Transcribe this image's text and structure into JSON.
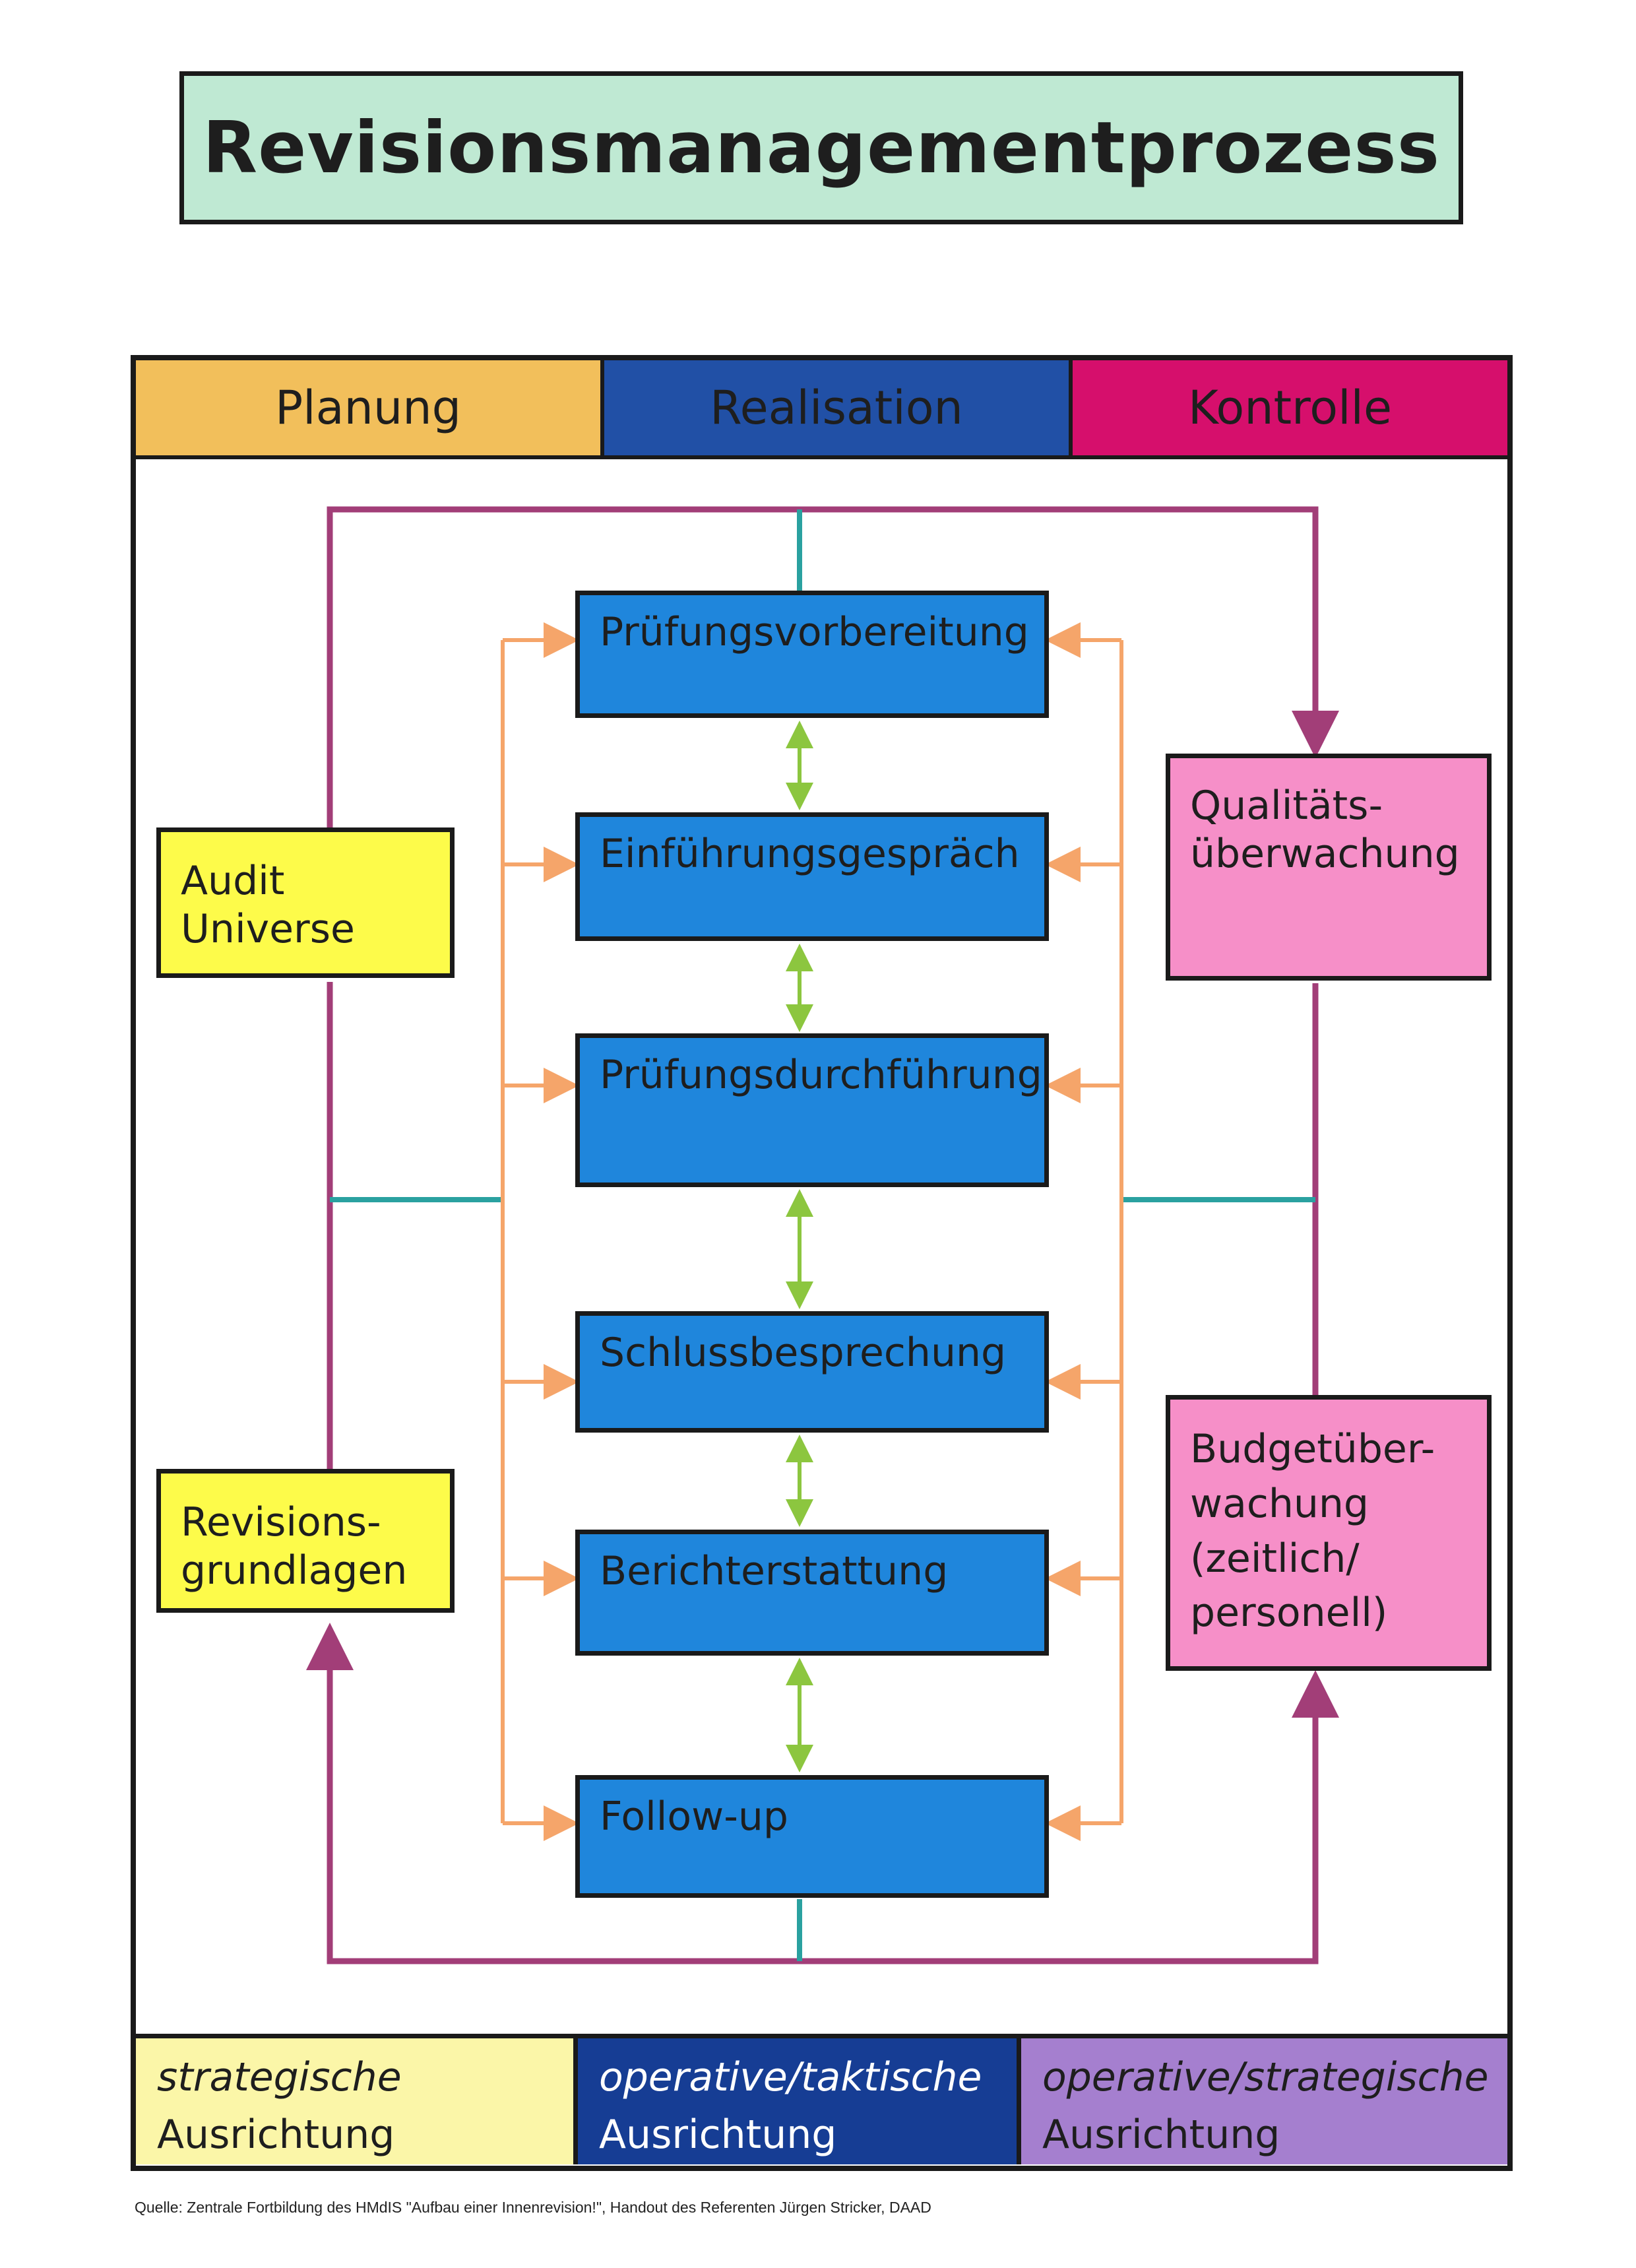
{
  "title": "Revisionsmanagementprozess",
  "phases": [
    {
      "label": "Planung",
      "color": "#f2bf5b"
    },
    {
      "label": "Realisation",
      "color": "#2150a6"
    },
    {
      "label": "Kontrolle",
      "color": "#d60f6c"
    }
  ],
  "process_steps": [
    "Prüfungsvorbereitung",
    "Einführungsgespräch",
    "Prüfungsdurchführung",
    "Schlussbesprechung",
    "Berichterstattung",
    "Follow-up"
  ],
  "left_boxes": {
    "audit_universe": [
      "Audit",
      "Universe"
    ],
    "revisionsgrundlagen": [
      "Revisions-",
      "grundlagen"
    ]
  },
  "right_boxes": {
    "qualitaet": [
      "Qualitäts-",
      "überwachung"
    ],
    "budget": [
      "Budgetüber-",
      "wachung",
      "(zeitlich/",
      "personell)"
    ]
  },
  "orientation": [
    {
      "top": "strategische",
      "bottom": "Ausrichtung",
      "color": "#fbf6a8"
    },
    {
      "top": "operative/taktische",
      "bottom": "Ausrichtung",
      "color": "#163d94"
    },
    {
      "top": "operative/strategische",
      "bottom": "Ausrichtung",
      "color": "#a57fcf"
    }
  ],
  "source": "Quelle: Zentrale Fortbildung des HMdIS \"Aufbau einer Innenrevision!\", Handout des Referenten Jürgen Stricker, DAAD",
  "colors": {
    "outer_loop": "#a23e78",
    "teal": "#2aa1a0",
    "orange_arrows": "#f5a56a",
    "green_arrows": "#8cc63f"
  }
}
